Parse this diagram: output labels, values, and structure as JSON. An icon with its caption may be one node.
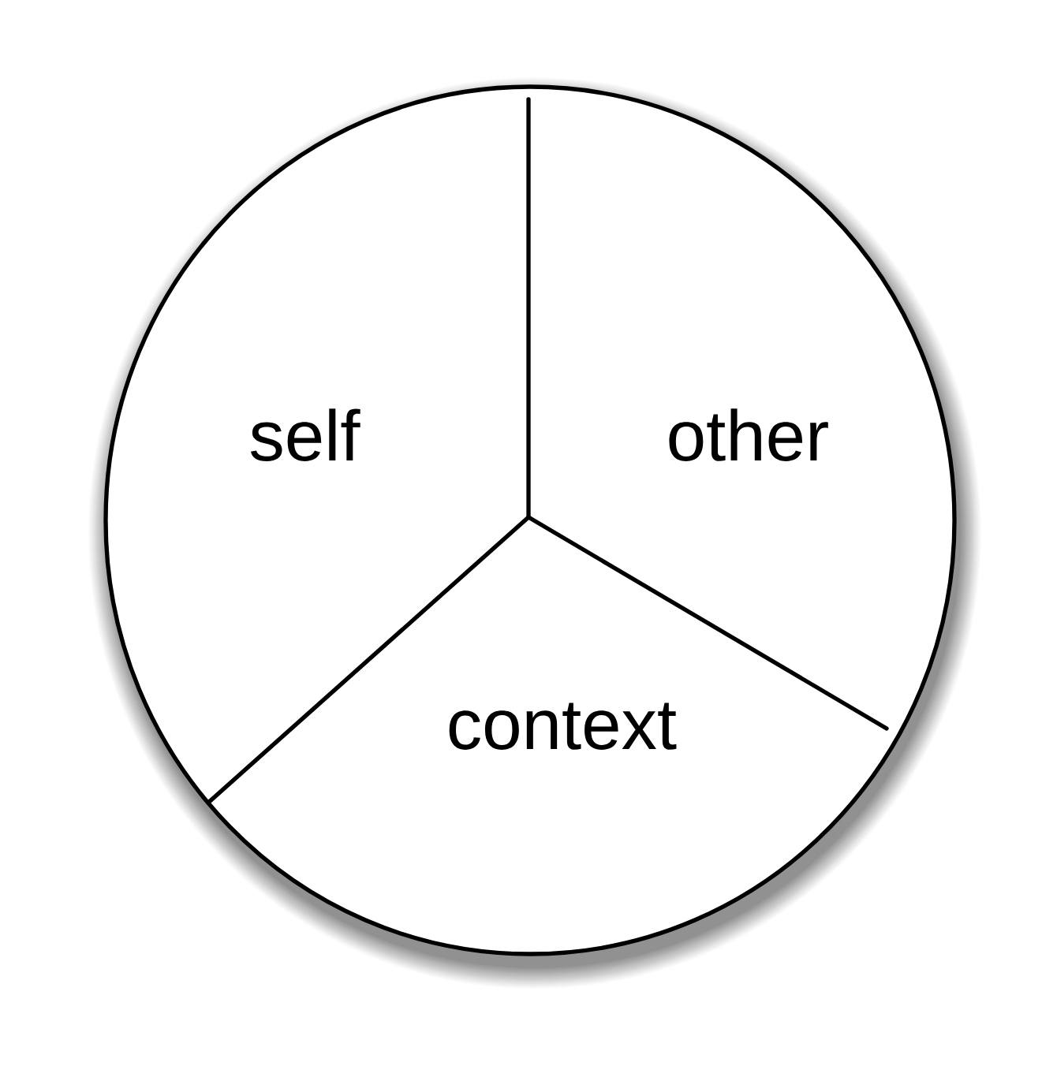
{
  "diagram": {
    "nodes": [
      {
        "text": [],
        "shape": "circle"
      },
      {
        "text": [
          "self"
        ],
        "in": 0
      },
      {
        "text": [
          "other"
        ],
        "in": 0
      },
      {
        "text": [
          "context"
        ],
        "in": 0
      }
    ]
  }
}
